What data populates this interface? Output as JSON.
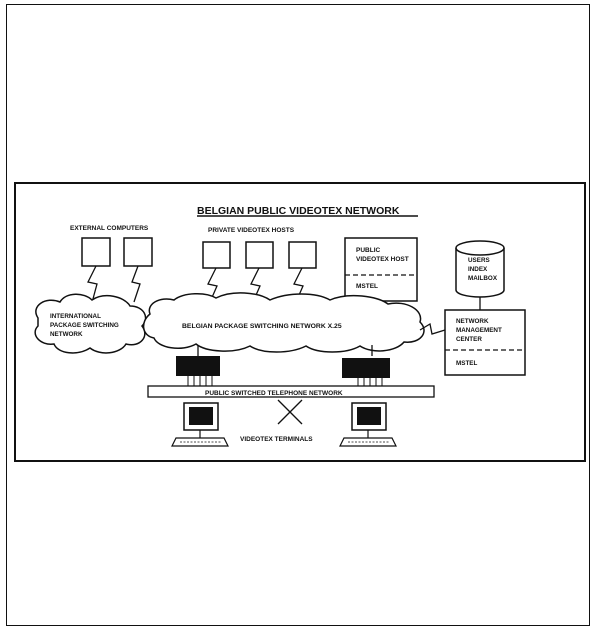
{
  "diagram": {
    "title": "BELGIAN PUBLIC VIDEOTEX NETWORK",
    "external_computers_label": "EXTERNAL COMPUTERS",
    "private_hosts_label": "PRIVATE VIDEOTEX HOSTS",
    "public_host": {
      "line1": "PUBLIC",
      "line2": "VIDEOTEX HOST",
      "sub": "MSTEL"
    },
    "database": {
      "line1": "USERS",
      "line2": "INDEX",
      "line3": "MAILBOX"
    },
    "intl_network": {
      "line1": "INTERNATIONAL",
      "line2": "PACKAGE SWITCHING",
      "line3": "NETWORK"
    },
    "x25_network": "BELGIAN PACKAGE SWITCHING NETWORK X.25",
    "nmc": {
      "line1": "NETWORK",
      "line2": "MANAGEMENT",
      "line3": "CENTER",
      "sub": "MSTEL"
    },
    "pstn": "PUBLIC SWITCHED TELEPHONE NETWORK",
    "terminals": "VIDEOTEX TERMINALS"
  }
}
